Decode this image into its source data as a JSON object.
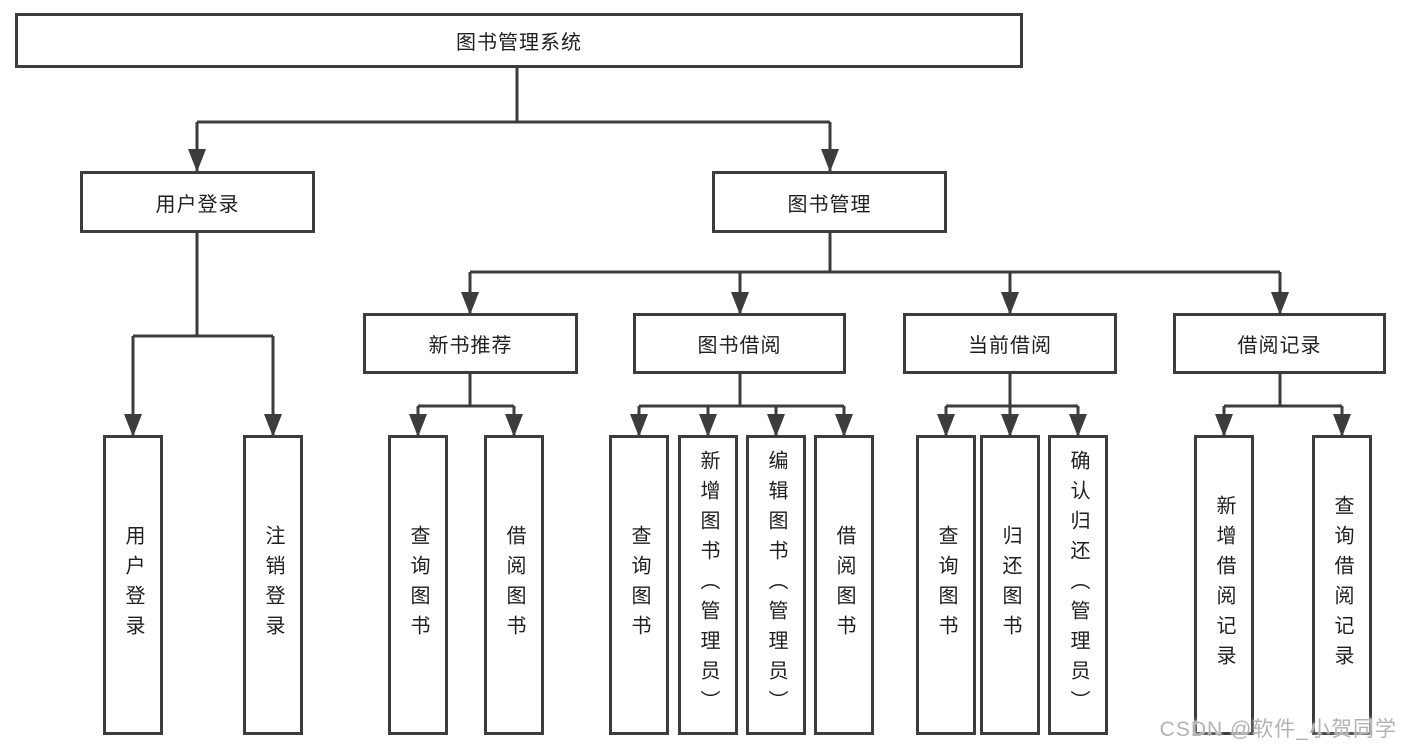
{
  "diagram": {
    "root": {
      "label": "图书管理系统"
    },
    "branches": {
      "user_login": {
        "label": "用户登录",
        "children": {
          "login": {
            "label": "用户登录"
          },
          "logout": {
            "label": "注销登录"
          }
        }
      },
      "book_management": {
        "label": "图书管理",
        "children": {
          "new_book_recommend": {
            "label": "新书推荐",
            "children": {
              "query_books": {
                "label": "查询图书"
              },
              "borrow_books": {
                "label": "借阅图书"
              }
            }
          },
          "book_borrowing": {
            "label": "图书借阅",
            "children": {
              "query_books": {
                "label": "查询图书"
              },
              "add_books": {
                "label": "新增图书（管理员）"
              },
              "edit_books": {
                "label": "编辑图书（管理员）"
              },
              "borrow_books": {
                "label": "借阅图书"
              }
            }
          },
          "current_borrowing": {
            "label": "当前借阅",
            "children": {
              "query_books": {
                "label": "查询图书"
              },
              "return_books": {
                "label": "归还图书"
              },
              "confirm_return": {
                "label": "确认归还（管理员）"
              }
            }
          },
          "borrowing_records": {
            "label": "借阅记录",
            "children": {
              "add_record": {
                "label": "新增借阅记录"
              },
              "query_record": {
                "label": "查询借阅记录"
              }
            }
          }
        }
      }
    },
    "colors": {
      "line": "#3c3c3c",
      "text": "#1f1f1f",
      "box_background": "#ffffff",
      "watermark": "#b3b3b3"
    },
    "watermark": "CSDN @软件_小贺同学"
  }
}
